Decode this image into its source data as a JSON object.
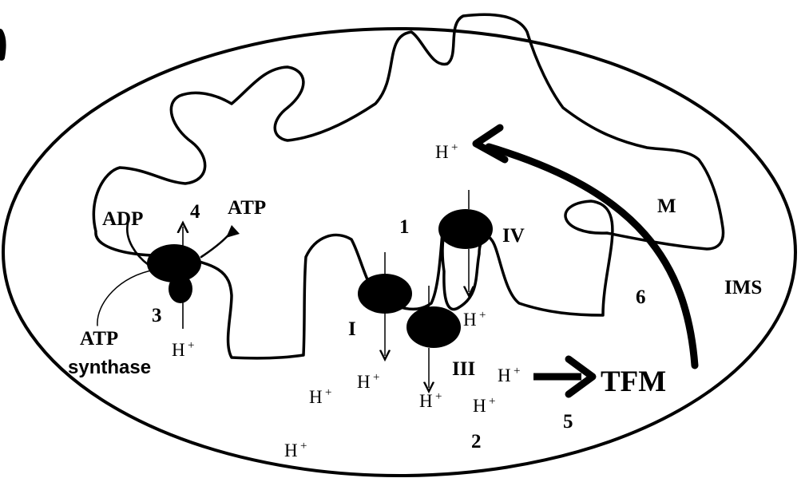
{
  "diagram": {
    "labels": {
      "adp": "ADP",
      "atp": "ATP",
      "atp_synthase_line1": "ATP",
      "atp_synthase_line2": "synthase",
      "num1": "1",
      "num2": "2",
      "num3": "3",
      "num4": "4",
      "num5": "5",
      "num6": "6",
      "complex_i": "I",
      "complex_iii": "III",
      "complex_iv": "IV",
      "matrix": "M",
      "ims": "IMS",
      "tfm": "TFM",
      "h_plus": "H",
      "plus": "+"
    },
    "colors": {
      "line": "#000000",
      "background": "#ffffff"
    }
  }
}
